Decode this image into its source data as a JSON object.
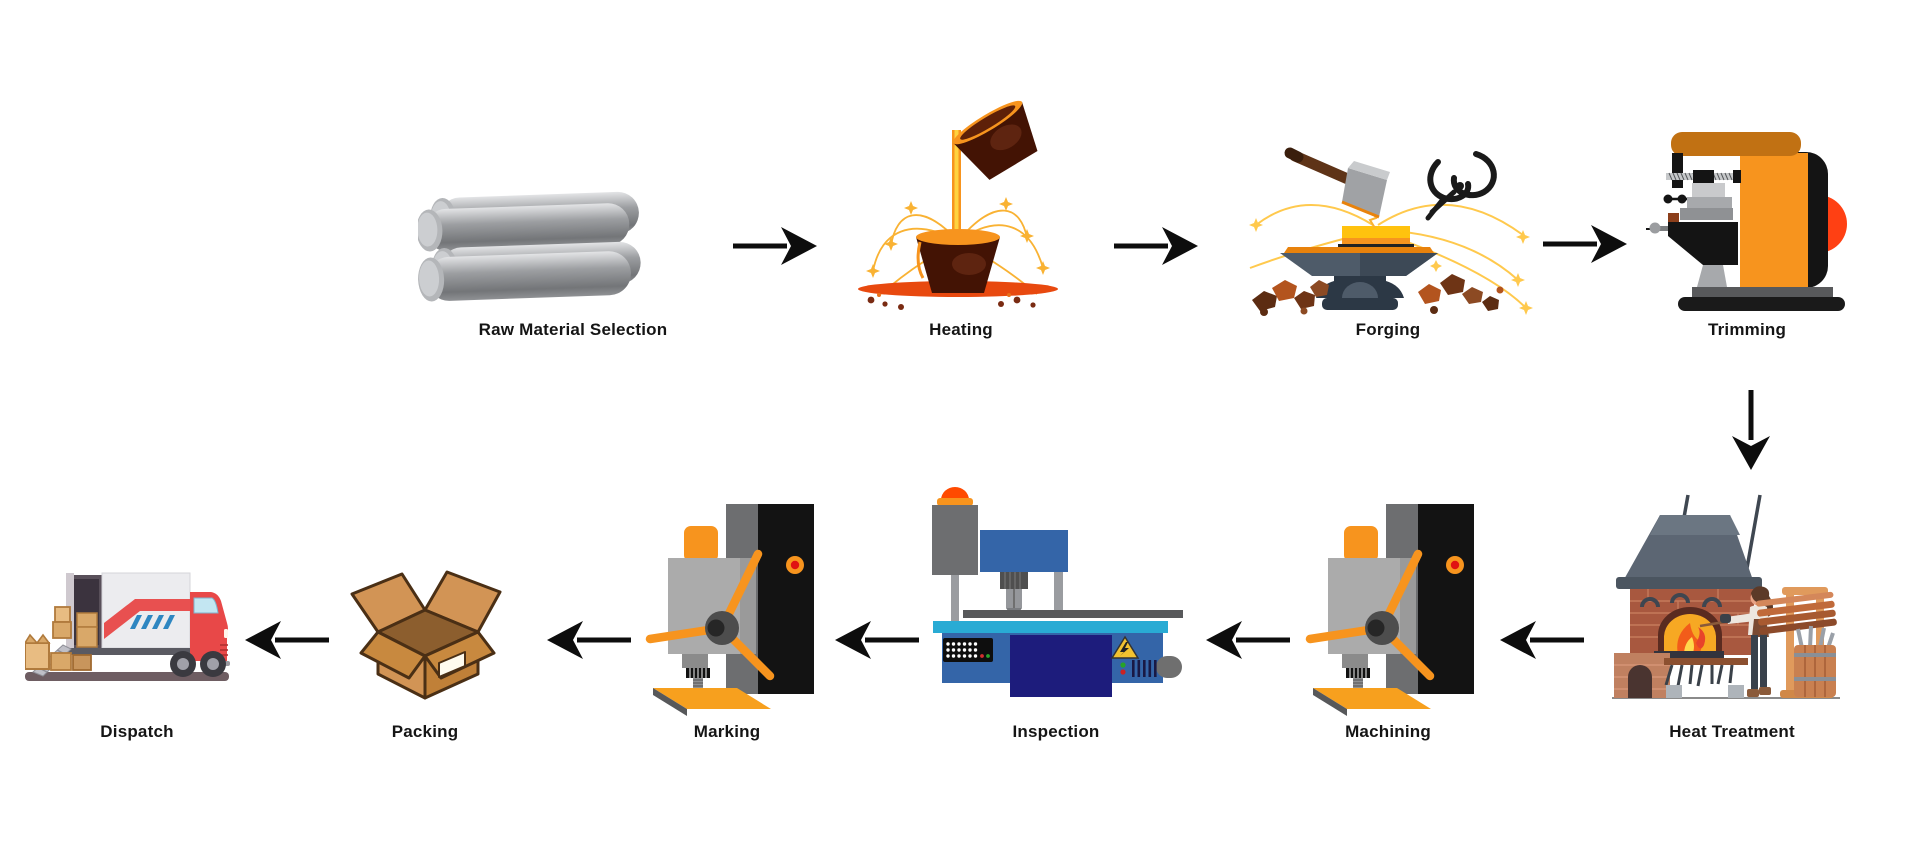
{
  "page": {
    "background": "#ffffff"
  },
  "diagram": {
    "type": "process-flow",
    "label_color": "#151515",
    "arrow_color": "#0d0d0d",
    "accent_colors": {
      "orange": "#f7941e",
      "dark_orange": "#c17113",
      "red_dot": "#ff4013",
      "machine_blue": "#3465a8",
      "panel_navy": "#1d1c7c",
      "table_cyan": "#29abd4",
      "molten_yellow": "#ffd23f",
      "steel_gray": "#ababab"
    },
    "steps": [
      {
        "order": 1,
        "label": "Raw Material Selection",
        "icon": "steel-rods"
      },
      {
        "order": 2,
        "label": "Heating",
        "icon": "molten-metal-pouring"
      },
      {
        "order": 3,
        "label": "Forging",
        "icon": "hammer-and-anvil"
      },
      {
        "order": 4,
        "label": "Trimming",
        "icon": "trimming-machine"
      },
      {
        "order": 5,
        "label": "Heat Treatment",
        "icon": "blacksmith-furnace"
      },
      {
        "order": 6,
        "label": "Machining",
        "icon": "drill-press"
      },
      {
        "order": 7,
        "label": "Inspection",
        "icon": "inspection-machine"
      },
      {
        "order": 8,
        "label": "Marking",
        "icon": "drill-press"
      },
      {
        "order": 9,
        "label": "Packing",
        "icon": "open-cardboard-box"
      },
      {
        "order": 10,
        "label": "Dispatch",
        "icon": "delivery-truck"
      }
    ],
    "flow": {
      "top_row_left_to_right": [
        "Raw Material Selection",
        "Heating",
        "Forging",
        "Trimming"
      ],
      "connector": "down",
      "bottom_row_right_to_left": [
        "Heat Treatment",
        "Machining",
        "Inspection",
        "Marking",
        "Packing",
        "Dispatch"
      ]
    }
  }
}
